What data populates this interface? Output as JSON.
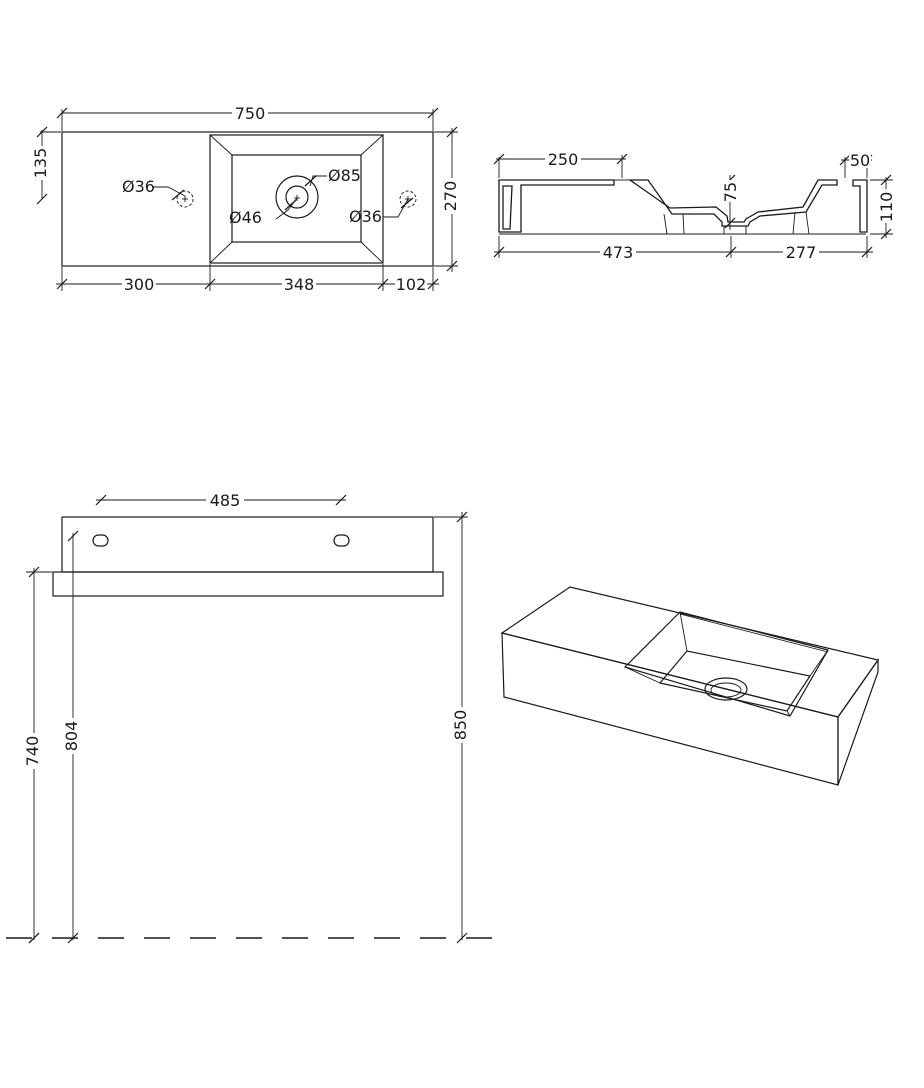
{
  "top_view": {
    "overall_width": "750",
    "overall_depth": "270",
    "tap_hole_offset": "135",
    "left_deck": "300",
    "basin_width": "348",
    "right_deck": "102",
    "tap_hole_left": "Ø36",
    "tap_hole_right": "Ø36",
    "drain_outer": "Ø85",
    "drain_inner": "Ø46"
  },
  "section_view": {
    "left_deck": "250",
    "right_rim": "50",
    "basin_depth": "75",
    "overall_height": "110",
    "to_drain_left": "473",
    "to_drain_right": "277"
  },
  "front_view": {
    "tap_hole_spacing": "485",
    "mount_height": "740",
    "tap_height": "804",
    "top_height": "850"
  }
}
